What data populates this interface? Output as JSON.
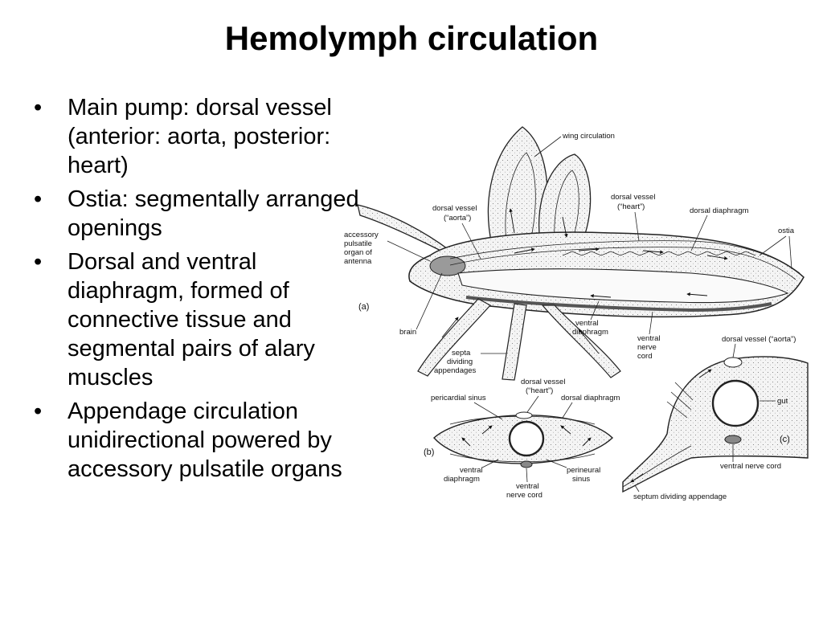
{
  "slide": {
    "title": "Hemolymph circulation",
    "bullets": [
      "Main pump: dorsal vessel (anterior: aorta, posterior: heart)",
      "Ostia: segmentally arranged openings",
      "Dorsal and ventral diaphragm, formed of connective tissue and segmental pairs of alary muscles",
      "Appendage circulation unidirectional powered by accessory pulsatile organs"
    ]
  },
  "figure": {
    "panel_a": {
      "tag": "(a)",
      "labels": {
        "wing_circulation": "wing circulation",
        "dorsal_vessel_aorta_1": "dorsal vessel",
        "dorsal_vessel_aorta_2": "(“aorta”)",
        "dorsal_vessel_heart_1": "dorsal vessel",
        "dorsal_vessel_heart_2": "(“heart”)",
        "dorsal_diaphragm": "dorsal diaphragm",
        "ostia": "ostia",
        "accessory_1": "accessory",
        "accessory_2": "pulsatile",
        "accessory_3": "organ of",
        "accessory_4": "antenna",
        "brain": "brain",
        "septa_1": "septa",
        "septa_2": "dividing",
        "septa_3": "appendages",
        "ventral_diaphragm_1": "ventral",
        "ventral_diaphragm_2": "diaphragm",
        "ventral_nerve_1": "ventral",
        "ventral_nerve_2": "nerve",
        "ventral_nerve_3": "cord"
      }
    },
    "panel_b": {
      "tag": "(b)",
      "labels": {
        "dorsal_vessel_1": "dorsal vessel",
        "dorsal_vessel_2": "(“heart”)",
        "pericardial_sinus": "pericardial sinus",
        "dorsal_diaphragm": "dorsal diaphragm",
        "ventral_diaphragm_1": "ventral",
        "ventral_diaphragm_2": "diaphragm",
        "perineural_1": "perineural",
        "perineural_2": "sinus",
        "ventral_nerve_1": "ventral",
        "ventral_nerve_2": "nerve cord"
      }
    },
    "panel_c": {
      "tag": "(c)",
      "labels": {
        "dorsal_vessel_aorta": "dorsal vessel (“aorta”)",
        "gut": "gut",
        "ventral_nerve_cord": "ventral nerve cord",
        "septum": "septum dividing appendage"
      }
    }
  }
}
